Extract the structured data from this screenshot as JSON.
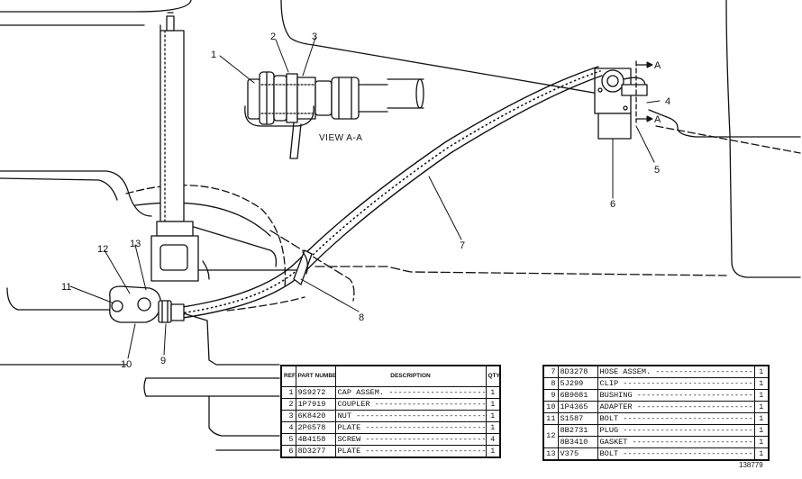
{
  "view_label": "VIEW A-A",
  "section_marks": [
    "A",
    "A"
  ],
  "callouts": [
    "1",
    "2",
    "3",
    "4",
    "5",
    "6",
    "7",
    "8",
    "9",
    "10",
    "11",
    "12",
    "13"
  ],
  "catalog_number": "138779",
  "table_headers": {
    "ref": "REF. NO.",
    "part": "PART NUMBER",
    "desc": "DESCRIPTION",
    "qty": "QTY"
  },
  "parts_left": [
    {
      "ref": "1",
      "part": "9S9272",
      "desc": "CAP ASSEM.",
      "qty": "1"
    },
    {
      "ref": "2",
      "part": "1P7919",
      "desc": "COUPLER",
      "qty": "1"
    },
    {
      "ref": "3",
      "part": "6K8420",
      "desc": "NUT",
      "qty": "1"
    },
    {
      "ref": "4",
      "part": "2P6578",
      "desc": "PLATE",
      "qty": "1"
    },
    {
      "ref": "5",
      "part": "4B4158",
      "desc": "SCREW",
      "qty": "4"
    },
    {
      "ref": "6",
      "part": "8D3277",
      "desc": "PLATE",
      "qty": "1"
    }
  ],
  "parts_right": [
    {
      "ref": "7",
      "part": "8D3278",
      "desc": "HOSE ASSEM.",
      "qty": "1"
    },
    {
      "ref": "8",
      "part": "5J299",
      "desc": "CLIP",
      "qty": "1"
    },
    {
      "ref": "9",
      "part": "6B9081",
      "desc": "BUSHING",
      "qty": "1"
    },
    {
      "ref": "10",
      "part": "1P4365",
      "desc": "ADAPTER",
      "qty": "1"
    },
    {
      "ref": "11",
      "part": "S1587",
      "desc": "BOLT",
      "qty": "1"
    },
    {
      "ref": "12",
      "part": "8B2731",
      "desc": "PLUG",
      "qty": "1"
    },
    {
      "ref": "12",
      "part": "8B3410",
      "desc": "GASKET",
      "qty": "1"
    },
    {
      "ref": "13",
      "part": "V375",
      "desc": "BOLT",
      "qty": "1"
    }
  ]
}
